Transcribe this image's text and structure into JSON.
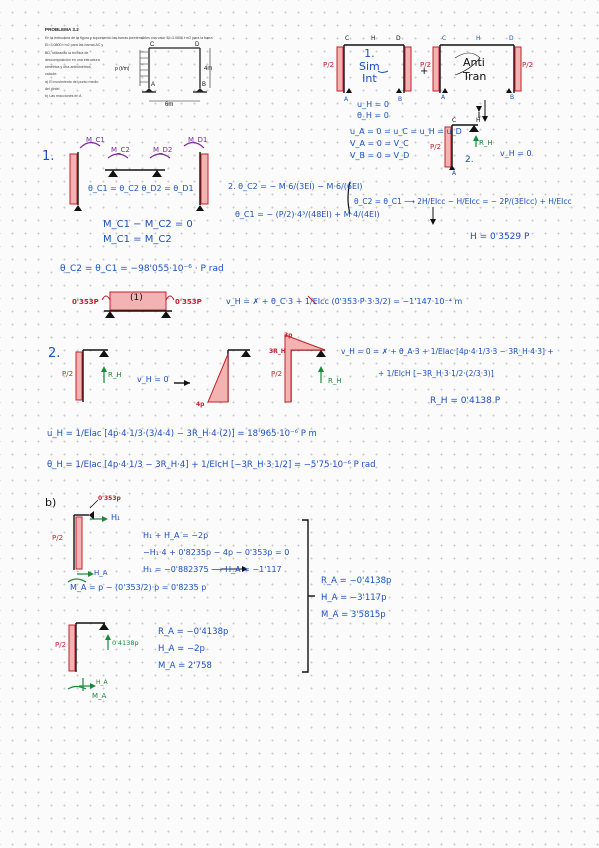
{
  "problem": {
    "title": "PROBLEMA 3.2",
    "lines": [
      "En la estructura de la figura y suponiendo las barras inextensibles con valor EI=3.0800 t·m2 para la barra",
      "EI=3.0800 t·m2 para las barras AC y",
      "BD, utilizando la técnica de",
      "descomposición en una estructura",
      "simétrica y otra antisimétrica,",
      "calcule:",
      "a) El movimiento del punto medio",
      "del dintel",
      "b) Las reacciones en A"
    ],
    "fig": {
      "C": "C",
      "D": "D",
      "A": "A",
      "B": "B",
      "load": "p (t/m)",
      "height": "4m",
      "span": "6m"
    }
  },
  "decomp": {
    "sim_label": "1.\nSim\nInt",
    "anti_label": "Anti\nTran",
    "p2": "P/2",
    "plus": "+",
    "sim_eqs": [
      "u_H = 0",
      "θ_H = 0"
    ],
    "anti_eqs": [
      "u_A = 0 = u_C = u_H = u_D",
      "V_A = 0 = V_C",
      "V_B = 0 = V_D"
    ],
    "anti_result_label": "2.",
    "anti_v": "v_H = 0",
    "letters": {
      "C": "C",
      "H": "H",
      "D": "D",
      "A": "A",
      "B": "B"
    }
  },
  "part1": {
    "num": "1.",
    "moments": [
      "M_C1",
      "M_C2",
      "M_D2",
      "M_D1"
    ],
    "rotations": "θ_C1 = θ_C2      θ_D2 = θ_D1",
    "eq1": "M_C1 − M_C2 = 0",
    "eq2": "M_C1 = M_C2",
    "theta_c2": "2. θ_C2 = − M·6/(3EI) − M·6/(6EI)",
    "theta_c1": "θ_C1 = − (P/2)·4³/(48EI) + M·4/(4EI)",
    "theta_eq": "θ_C2 = θ_C1 ⟶ 2H/EIcc − H/EIcc = − 2P/(3EIcc) + H/EIcc",
    "H_result": "H = 0'3529 P",
    "theta_value": "θ_C2 = θ_C1 = −98'055·10⁻⁶ · P rad",
    "beam_load_left": "0'353P",
    "beam_load_right": "0'353P",
    "beam_label": "(1)",
    "vH": "v_H = ✗ + θ_C·3 + 1/EIcc (0'353·P·3·3/2) = −1'147·10⁻⁴ m"
  },
  "part2": {
    "num": "2.",
    "vH0": "v_H = 0",
    "RH": "R_H",
    "moment_4p": "4p",
    "moment_3p": "3p",
    "moment_3RH": "3R_H",
    "vH_eq": "v_H = 0 = ✗ + θ_A·3 + 1/EIac [4p·4·1/3·3 − 3R_H·4·3] +",
    "vH_eq2": "+ 1/EIcH [−3R_H·3·1/2·(2/3·3)]",
    "RH_result": "R_H = 0'4138 P",
    "uH": "u_H = 1/EIac [4p·4·1/3·(3/4·4) − 3R_H·4·(2)] = 18'965·10⁻⁶ P m",
    "thetaH": "θ_H = 1/EIac [4p·4·1/3 − 3R_H·4] + 1/EIcH [−3R_H·3·1/2] = −5'75·10⁻⁶ P rad"
  },
  "partb": {
    "label": "b)",
    "top_load": "0'353p",
    "H1": "H₁",
    "HA": "H_A",
    "MA": "M_A",
    "p2": "P/2",
    "eqs": [
      "H₁ + H_A = −2p",
      "−H₁·4 + 0'8235p − 4p − 0'353p = 0",
      "H₁ = −0'882375 ⟶ H_A = −1'117"
    ],
    "MA_eq": "M_A = p − (0'353/2)·p = 0'8235 p",
    "bottom_R": "0'4138p",
    "bottom_eqs": [
      "R_A = −0'4138p",
      "H_A = −2p",
      "M_A = 2'758"
    ],
    "totals": [
      "R_A = −0'4138p",
      "H_A = −3'117p",
      "M_A = 3'5815p"
    ]
  },
  "colors": {
    "ink_blue": "#1b4fc4",
    "ink_red": "#c4202a",
    "ink_green": "#1a8a3a",
    "ink_purple": "#7a2a9a"
  }
}
